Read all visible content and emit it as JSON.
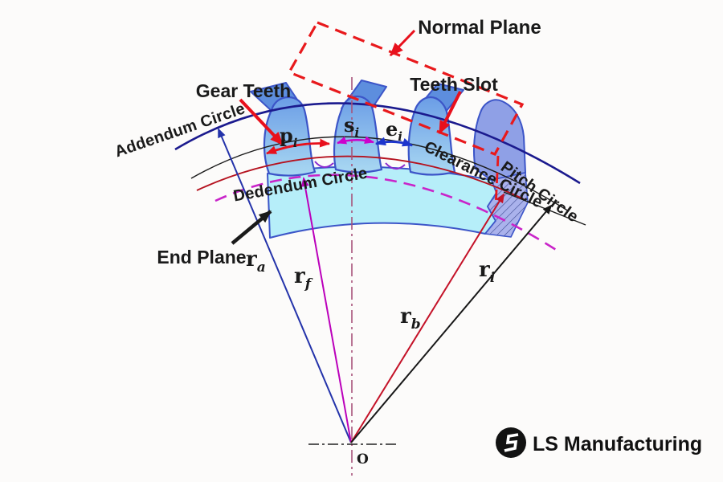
{
  "diagram": {
    "planes": {
      "normal_plane": "Normal Plane",
      "end_plane": "End Plane"
    },
    "features": {
      "gear_teeth": "Gear Teeth",
      "teeth_slot": "Teeth Slot"
    },
    "circles": [
      {
        "name": "Addendum Circle",
        "color": "#1b1a8e",
        "style": "solid"
      },
      {
        "name": "Pitch Circle",
        "color": "#1c1c1c",
        "style": "solid"
      },
      {
        "name": "Clearance Circle",
        "color": "#b5121f",
        "style": "solid"
      },
      {
        "name": "Dedendum Circle",
        "color": "#c924c9",
        "style": "dashed"
      }
    ],
    "tooth_dimensions": [
      {
        "symbol": "p",
        "subscript": "i",
        "color": "#e8101c"
      },
      {
        "symbol": "s",
        "subscript": "i",
        "color": "#cc00cc"
      },
      {
        "symbol": "e",
        "subscript": "i",
        "color": "#1d35cc"
      }
    ],
    "radii": [
      {
        "symbol": "r",
        "subscript": "a",
        "color": "#2433aa"
      },
      {
        "symbol": "r",
        "subscript": "f",
        "color": "#bb00bb"
      },
      {
        "symbol": "r",
        "subscript": "b",
        "color": "#c41228"
      },
      {
        "symbol": "r",
        "subscript": "i",
        "color": "#171717"
      }
    ],
    "origin_label": "O"
  },
  "branding": {
    "company": "LS Manufacturing"
  }
}
